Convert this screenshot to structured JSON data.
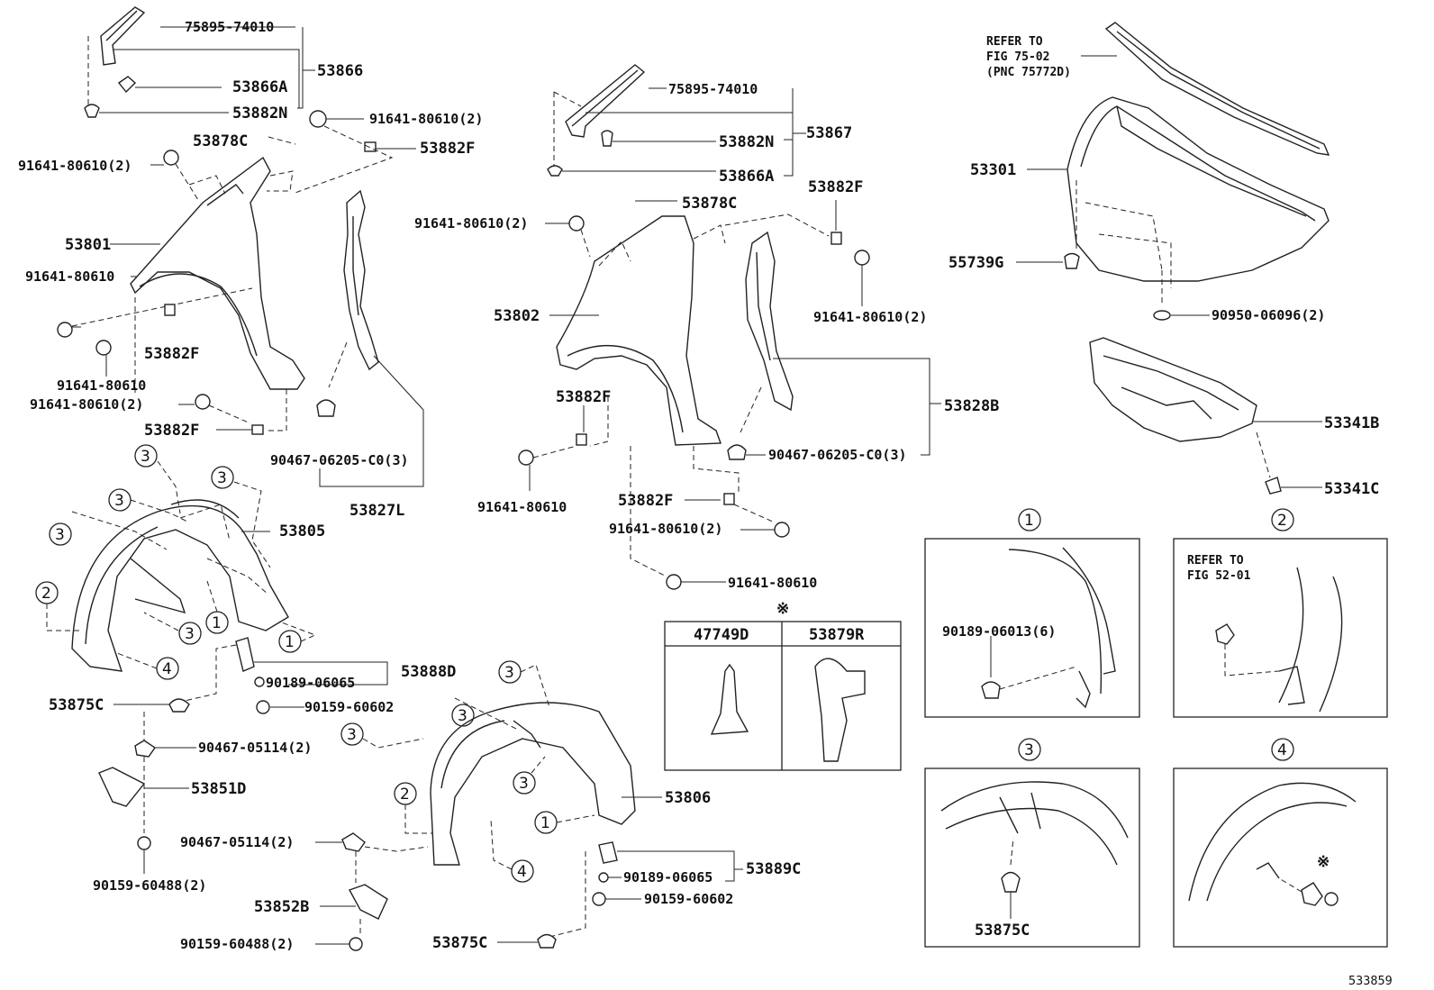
{
  "diagram_id": "533859",
  "reference_mark": "※",
  "circle_numbers": [
    "1",
    "2",
    "3",
    "4"
  ],
  "refs": {
    "fig75_line1": "REFER TO",
    "fig75_line2": "FIG 75-02",
    "fig75_line3": "(PNC 75772D)",
    "fig52_line1": "REFER TO",
    "fig52_line2": "FIG 52-01"
  },
  "detail_table": {
    "col1": "47749D",
    "col2": "53879R"
  },
  "parts": {
    "p_75895_74010": "75895-74010",
    "p_53866": "53866",
    "p_53866A": "53866A",
    "p_53882N": "53882N",
    "p_53878C": "53878C",
    "p_53882F": "53882F",
    "p_91641_80610_2": "91641-80610(2)",
    "p_91641_80610": "91641-80610",
    "p_53801": "53801",
    "p_53802": "53802",
    "p_53867": "53867",
    "p_53828B": "53828B",
    "p_53827L": "53827L",
    "p_90467_06205": "90467-06205-C0(3)",
    "p_53805": "53805",
    "p_53806": "53806",
    "p_53888D": "53888D",
    "p_53889C": "53889C",
    "p_90189_06065": "90189-06065",
    "p_90159_60602": "90159-60602",
    "p_53875C": "53875C",
    "p_90467_05114": "90467-05114(2)",
    "p_53851D": "53851D",
    "p_53852B": "53852B",
    "p_90159_60488": "90159-60488(2)",
    "p_53301": "53301",
    "p_55739G": "55739G",
    "p_90950_06096": "90950-06096(2)",
    "p_53341B": "53341B",
    "p_53341C": "53341C",
    "p_90189_06013": "90189-06013(6)"
  }
}
